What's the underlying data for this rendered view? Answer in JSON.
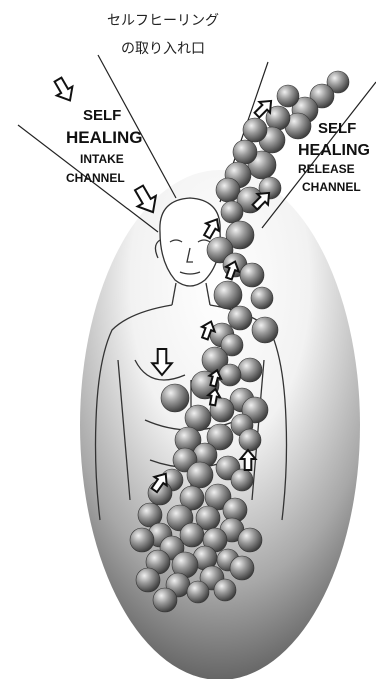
{
  "caption": {
    "line1": "セルフヒーリング",
    "line2": "の取り入れ口"
  },
  "intake_label": [
    "SELF",
    "HEALING",
    "INTAKE",
    "CHANNEL"
  ],
  "release_label": [
    "SELF",
    "HEALING",
    "RELEASE",
    "CHANNEL"
  ],
  "colors": {
    "aura_edge": "#6a6a6a",
    "aura_center": "#ffffff",
    "sphere_light": "#e8e8e8",
    "sphere_dark": "#5a5a5a",
    "line": "#222222"
  },
  "icons": {
    "intake_arrows": "arrow-down-outline",
    "release_arrows": "arrow-up-outline"
  }
}
